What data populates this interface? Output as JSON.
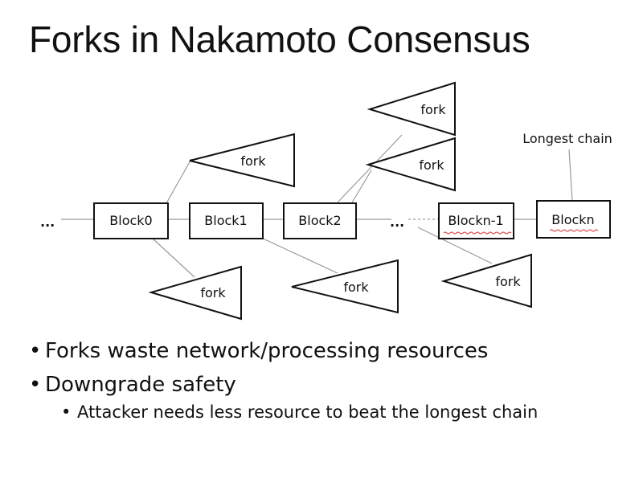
{
  "slide": {
    "title": "Forks in Nakamoto Consensus"
  },
  "diagram": {
    "ellipsis_left": "...",
    "ellipsis_middle": "...",
    "blocks": [
      "Block0",
      "Block1",
      "Block2",
      "Blockn-1",
      "Blockn"
    ],
    "fork_label": "fork",
    "longest_chain_label": "Longest chain"
  },
  "bullets": {
    "item1": "Forks waste network/processing resources",
    "item2": "Downgrade safety",
    "sub_item1": "Attacker needs less resource to beat the longest chain"
  },
  "colors": {
    "text": "#111111",
    "lines": "#999999",
    "spellcheck_underline": "#d83030"
  }
}
